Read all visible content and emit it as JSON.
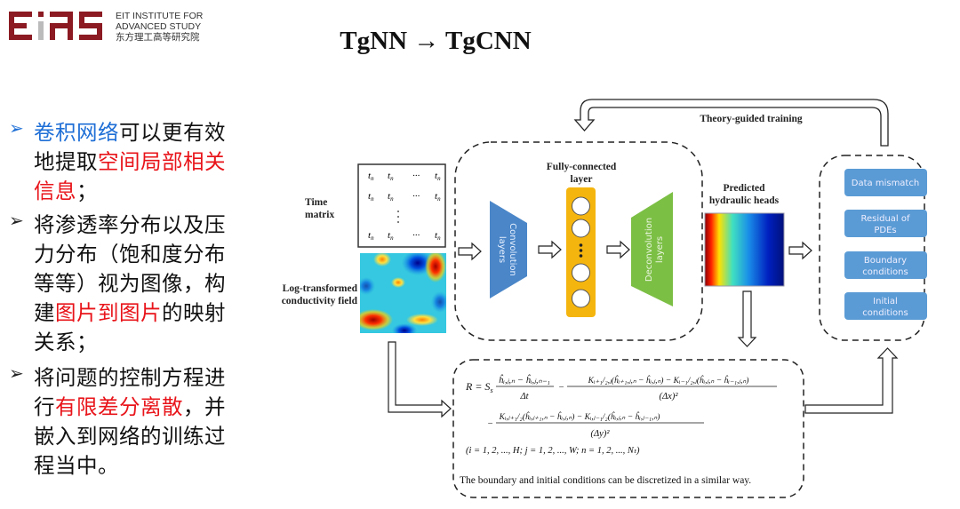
{
  "logo": {
    "org_line1": "EIT INSTITUTE FOR",
    "org_line2": "ADVANCED STUDY",
    "org_cn": "东方理工高等研究院",
    "mark": "EIAS"
  },
  "title": "TgNN → TgCNN",
  "bullets": [
    {
      "lines": [
        [
          {
            "t": "卷积网络",
            "c": "blue"
          },
          {
            "t": "可以更有效"
          }
        ],
        [
          {
            "t": "地提取"
          },
          {
            "t": "空间局部相关",
            "c": "red"
          }
        ],
        [
          {
            "t": "信息",
            "c": "red"
          },
          {
            "t": "；"
          }
        ]
      ]
    },
    {
      "lines": [
        [
          {
            "t": "将渗透率分布以及压"
          }
        ],
        [
          {
            "t": "力分布（饱和度分布"
          }
        ],
        [
          {
            "t": "等等）视为图像，构"
          }
        ],
        [
          {
            "t": "建"
          },
          {
            "t": "图片到图片",
            "c": "red"
          },
          {
            "t": "的映射"
          }
        ],
        [
          {
            "t": "关系；"
          }
        ]
      ]
    },
    {
      "lines": [
        [
          {
            "t": "将问题的控制方程进"
          }
        ],
        [
          {
            "t": "行"
          },
          {
            "t": "有限差分离散",
            "c": "red"
          },
          {
            "t": "，并"
          }
        ],
        [
          {
            "t": "嵌入到网络的训练过"
          }
        ],
        [
          {
            "t": "程当中。"
          }
        ]
      ]
    }
  ],
  "diagram": {
    "time_matrix_label": [
      "Time",
      "matrix"
    ],
    "tn": "t",
    "tn_sub": "n",
    "dots": "···",
    "conductivity_label": [
      "Log-transformed",
      "conductivity field"
    ],
    "conv_label": [
      "Convolution",
      "layers"
    ],
    "fc_label": [
      "Fully-connected",
      "layer"
    ],
    "deconv_label": [
      "Deconvolution",
      "layers"
    ],
    "heads_label": [
      "Predicted",
      "hydraulic heads"
    ],
    "training_label": "Theory-guided training",
    "loss_items": [
      [
        "Data mismatch"
      ],
      [
        "Residual of",
        "PDEs"
      ],
      [
        "Boundary",
        "conditions"
      ],
      [
        "Initial",
        "conditions"
      ]
    ],
    "formula": {
      "line1a": "R = Sₛ (ĥᵢ,ⱼ,ₙ − ĥᵢ,ⱼ,ₙ₋₁) / Δt",
      "line1_num": "ĥᵢ,ⱼ,ₙ − ĥᵢ,ⱼ,ₙ₋₁",
      "line1_den": "Δt",
      "line1_num2": "Kᵢ₊₁/₂,ⱼ(ĥᵢ₊₁,ⱼ,ₙ − ĥᵢ,ⱼ,ₙ) − Kᵢ₋₁/₂,ⱼ(ĥᵢ,ⱼ,ₙ − ĥᵢ₋₁,ⱼ,ₙ)",
      "line1_den2": "(Δx)²",
      "line2_num": "Kᵢ,ⱼ₊₁/₂(ĥᵢ,ⱼ₊₁,ₙ − ĥᵢ,ⱼ,ₙ) − Kᵢ,ⱼ₋₁/₂(ĥᵢ,ⱼ,ₙ − ĥᵢ,ⱼ₋₁,ₙ)",
      "line2_den": "(Δy)²",
      "ranges": "(i = 1,  2,  ...,  H;  j = 1,  2,  ...,  W;  n = 1,  2,  ...,  Nₜ)",
      "note": "The boundary and initial conditions can be discretized in a similar way."
    }
  },
  "colors": {
    "brand": "#8b1a22",
    "blue_text": "#1f6fd6",
    "red_text": "#e8141a",
    "conv": "#4a86c8",
    "fc": "#f5b50f",
    "deconv": "#7cbf45",
    "loss_btn": "#5b9bd5"
  }
}
